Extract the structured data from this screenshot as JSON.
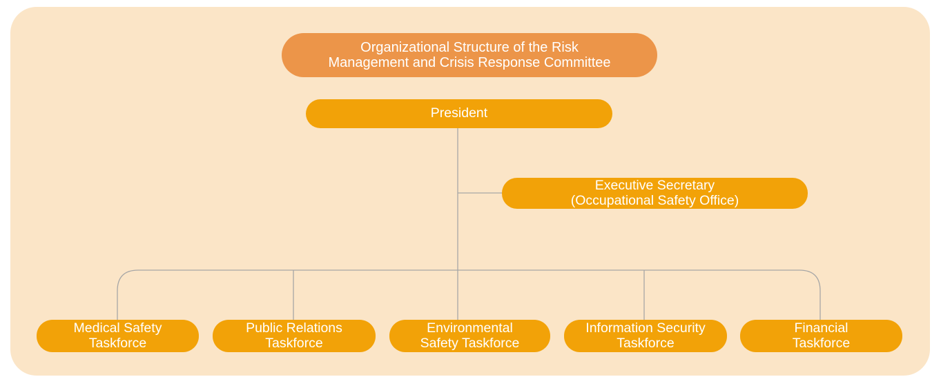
{
  "colors": {
    "page_bg": "#FFFFFF",
    "panel_bg": "#FBE5C7",
    "title_box_bg": "#EC9549",
    "node_bg": "#F2A208",
    "node_text": "#FFFFFF",
    "connector": "#A6A6A6"
  },
  "org_chart": {
    "title": "Organizational Structure of the Risk\nManagement and Crisis Response Committee",
    "president": "President",
    "executive_secretary": "Executive Secretary\n(Occupational Safety Office)",
    "taskforces": [
      {
        "label": "Medical Safety\nTaskforce"
      },
      {
        "label": "Public Relations\nTaskforce"
      },
      {
        "label": "Environmental\nSafety Taskforce"
      },
      {
        "label": "Information Security\nTaskforce"
      },
      {
        "label": "Financial\nTaskforce"
      }
    ]
  }
}
